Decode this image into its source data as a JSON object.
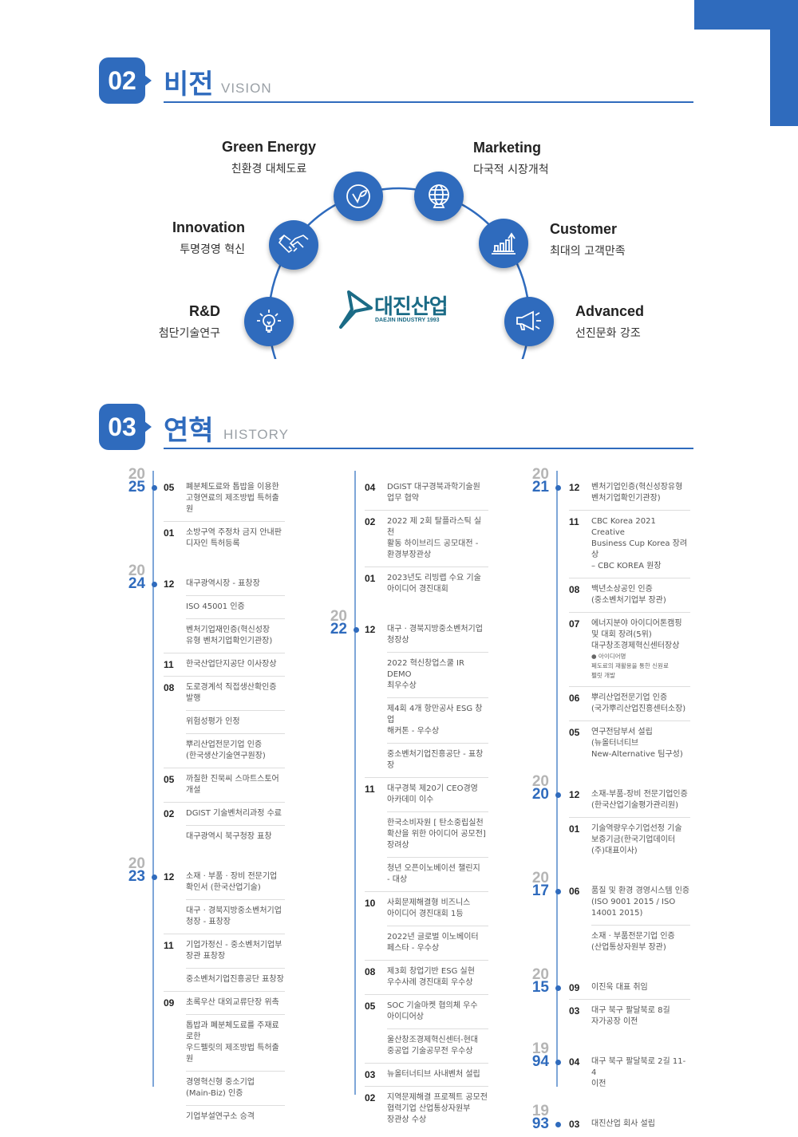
{
  "colors": {
    "accent": "#2f6bbd",
    "logo": "#1b6b86"
  },
  "vision": {
    "number": "02",
    "title": "비전",
    "subtitle": "VISION",
    "items": [
      {
        "en": "Green Energy",
        "ko": "친환경 대체도료",
        "icon": "leaf-check-icon"
      },
      {
        "en": "Marketing",
        "ko": "다국적 시장개척",
        "icon": "globe-icon"
      },
      {
        "en": "Innovation",
        "ko": "투명경영 혁신",
        "icon": "handshake-icon"
      },
      {
        "en": "Customer",
        "ko": "최대의 고객만족",
        "icon": "growth-chart-icon"
      },
      {
        "en": "R&D",
        "ko": "첨단기술연구",
        "icon": "lightbulb-icon"
      },
      {
        "en": "Advanced",
        "ko": "선진문화 강조",
        "icon": "megaphone-icon"
      }
    ],
    "logo": {
      "ko": "대진산업",
      "en": "DAEJIN INDUSTRY 1993"
    }
  },
  "history": {
    "number": "03",
    "title": "연혁",
    "subtitle": "HISTORY",
    "columns": [
      [
        {
          "year_top": "20",
          "year_bottom": "25",
          "entries": [
            {
              "month": "05",
              "text": "폐분체도료와 톱밥을 이용한\n고형연료의 제조방법 특허출원"
            },
            {
              "month": "01",
              "text": "소방구역 주정차 금지 안내판\n디자인 특허등록"
            }
          ]
        },
        {
          "year_top": "20",
          "year_bottom": "24",
          "entries": [
            {
              "month": "12",
              "text": "대구광역시장 - 표창장"
            },
            {
              "month": "",
              "text": "ISO 45001 인증"
            },
            {
              "month": "",
              "text": "벤처기업재인증(혁신성장\n유형  벤처기업확인기관장)"
            },
            {
              "month": "11",
              "text": "한국산업단지공단 이사장상"
            },
            {
              "month": "08",
              "text": "도로경계석 직접생산확인증\n발행"
            },
            {
              "month": "",
              "text": "위험성평가 인정"
            },
            {
              "month": "",
              "text": "뿌리산업전문기업 인증\n(한국생산기술연구원장)"
            },
            {
              "month": "05",
              "text": "까칠한 진묵씨 스마트스토어\n개설"
            },
            {
              "month": "02",
              "text": "DGIST 기술벤처리과정 수료"
            },
            {
              "month": "",
              "text": "대구광역시 북구청장 표창"
            }
          ]
        },
        {
          "year_top": "20",
          "year_bottom": "23",
          "entries": [
            {
              "month": "12",
              "text": "소재 · 부품 · 장비 전문기업\n확인서 (한국산업기술)"
            },
            {
              "month": "",
              "text": "대구 · 경북지방중소벤처기업\n청장 - 표창장"
            },
            {
              "month": "11",
              "text": "기업가정신 - 중소벤처기업부\n장관 표창장"
            },
            {
              "month": "",
              "text": "중소벤처기업진흥공단 표창장"
            },
            {
              "month": "09",
              "text": "초록우산 대외교류단장 위촉"
            },
            {
              "month": "",
              "text": "톱밥과 폐분체도료를 주재료로한\n우드펠릿의 제조방법 특허출원"
            },
            {
              "month": "",
              "text": "경영혁신형 중소기업\n(Main-Biz) 인증"
            },
            {
              "month": "",
              "text": "기업부설연구소 승격"
            }
          ]
        }
      ],
      [
        {
          "year_top": "",
          "year_bottom": "",
          "entries": [
            {
              "month": "04",
              "text": "DGIST 대구경북과학기술원\n업무 협약"
            },
            {
              "month": "02",
              "text": "2022 제 2회 탈플라스틱 실천\n활동 하이브리드 공모대전 -\n환경부장관상"
            },
            {
              "month": "01",
              "text": "2023년도 리빙랩 수요 기술\n아이디어 경진대회"
            }
          ]
        },
        {
          "year_top": "20",
          "year_bottom": "22",
          "entries": [
            {
              "month": "12",
              "text": "대구 · 경북지방중소벤처기업\n청장상"
            },
            {
              "month": "",
              "text": "2022 혁신창업스쿨 IR DEMO\n최우수상"
            },
            {
              "month": "",
              "text": "제4회 4개 항만공사 ESG 창업\n해커톤 - 우수상"
            },
            {
              "month": "",
              "text": "중소벤처기업진흥공단 - 표창장"
            },
            {
              "month": "11",
              "text": "대구경북 제20기 CEO경영\n아카데미 이수"
            },
            {
              "month": "",
              "text": "한국소비자원 [ 탄소중립실천\n확산을 위한 아이디어 공모전]\n장려상"
            },
            {
              "month": "",
              "text": "청년 오픈이노베이션 챌린지\n - 대상"
            },
            {
              "month": "10",
              "text": "사회문제해결형 비즈니스\n아이디어 경진대회 1등"
            },
            {
              "month": "",
              "text": "2022년 글로벌 이노베이터\n페스타 - 우수상"
            },
            {
              "month": "08",
              "text": "제3회 창업기반 ESG 실현\n우수사례 경진대회 우수상"
            },
            {
              "month": "05",
              "text": "SOC 기술마켓 협의체 우수\n아이디어상"
            },
            {
              "month": "",
              "text": "울산창조경제혁신센터-현대\n중공업 기술공무전 우수상"
            },
            {
              "month": "03",
              "text": "뉴올터너티브 사내벤처 설립"
            },
            {
              "month": "02",
              "text": "지역문제해결 프로젝트 공모전\n협력기업  산업통상자원부\n장관상 수상"
            }
          ]
        }
      ],
      [
        {
          "year_top": "20",
          "year_bottom": "21",
          "entries": [
            {
              "month": "12",
              "text": "벤처기업인증(혁신성장유형\n벤처기업확인기관장)"
            },
            {
              "month": "11",
              "text": "CBC Korea 2021 Creative\nBusiness Cup Korea 장려상\n– CBC KOREA 원장"
            },
            {
              "month": "08",
              "text": "백년소상공인 인증\n(중소벤처기업부 장관)"
            },
            {
              "month": "07",
              "text": "에너지분야 아이디어톤캠핑\n및 대회 장려(5위)\n대구창조경제혁신센터장상",
              "note": "● 아이디어명\n폐도료의 재활용을 통한 신원료\n펠릿 개발"
            },
            {
              "month": "06",
              "text": "뿌리산업전문기업 인증\n(국가뿌리산업진흥센터소장)"
            },
            {
              "month": "05",
              "text": "연구전담부서 설립\n(뉴올터너티브\nNew-Alternative 팀구성)"
            }
          ]
        },
        {
          "year_top": "20",
          "year_bottom": "20",
          "entries": [
            {
              "month": "12",
              "text": "소재-부품-장비 전문기업인증\n(한국산업기술평가관리원)"
            },
            {
              "month": "01",
              "text": "기술역량우수기업선정 기술\n보증기금(한국기업데이터\n(주)대표이사)"
            }
          ]
        },
        {
          "year_top": "20",
          "year_bottom": "17",
          "entries": [
            {
              "month": "06",
              "text": "품질 및 환경 경영시스템 인증\n(ISO 9001 2015 / ISO\n14001 2015)"
            },
            {
              "month": "",
              "text": "소재 · 부품전문기업 인증\n(산업통상자원부 장관)"
            }
          ]
        },
        {
          "year_top": "20",
          "year_bottom": "15",
          "entries": [
            {
              "month": "09",
              "text": "이진욱 대표 취임"
            },
            {
              "month": "03",
              "text": "대구 북구 팔달북로 8길\n자가공장 이전"
            }
          ]
        },
        {
          "year_top": "19",
          "year_bottom": "94",
          "entries": [
            {
              "month": "04",
              "text": "대구 북구 팔달북로 2길 11-4\n이전"
            }
          ]
        },
        {
          "year_top": "19",
          "year_bottom": "93",
          "entries": [
            {
              "month": "03",
              "text": "대진산업 회사 설립"
            }
          ]
        }
      ]
    ]
  }
}
